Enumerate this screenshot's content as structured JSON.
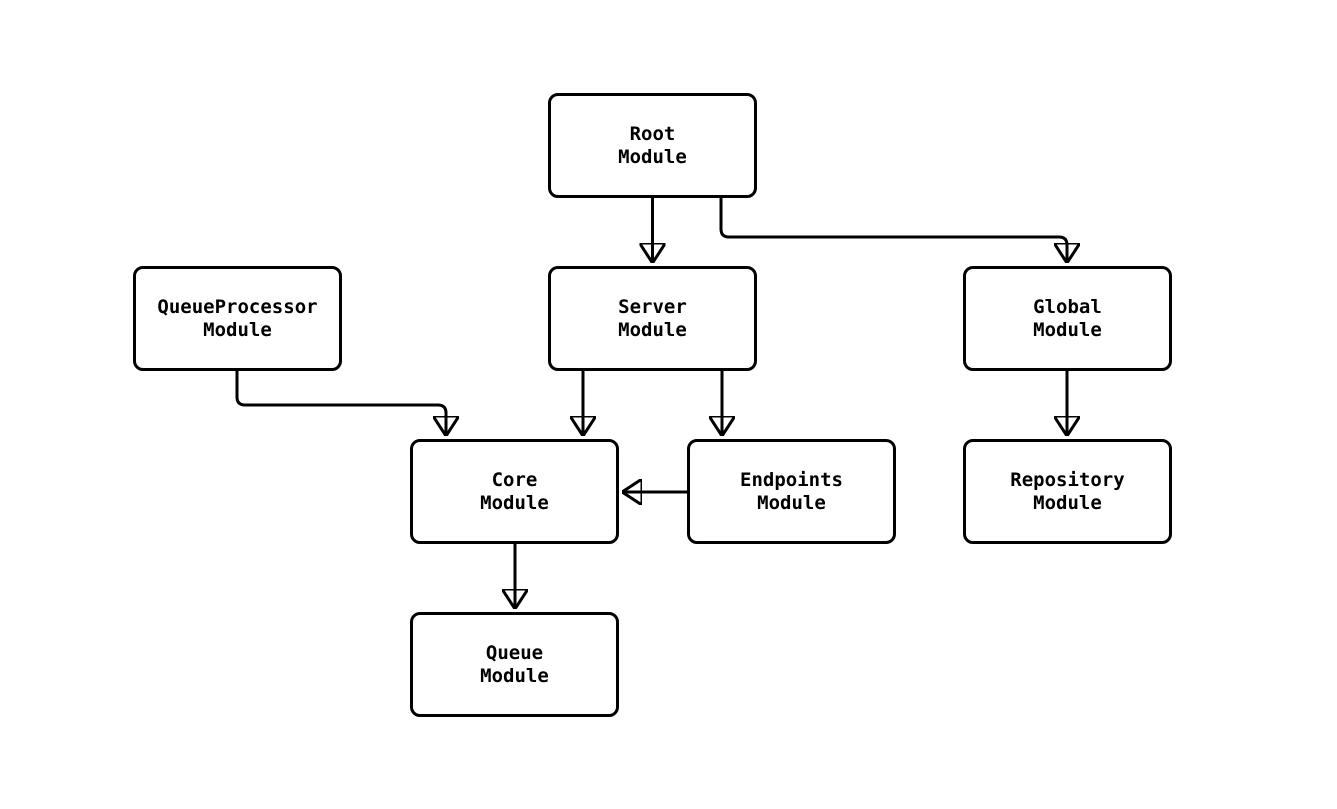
{
  "diagram": {
    "type": "module-dependency-flowchart",
    "background_color": "#ffffff",
    "node_fill": "#ffffff",
    "node_border_color": "#000000",
    "edge_color": "#000000",
    "text_color": "#000000",
    "nodes": [
      {
        "id": "root",
        "label": "Root\nModule"
      },
      {
        "id": "queueprocessor",
        "label": "QueueProcessor\nModule"
      },
      {
        "id": "server",
        "label": "Server\nModule"
      },
      {
        "id": "global",
        "label": "Global\nModule"
      },
      {
        "id": "core",
        "label": "Core\nModule"
      },
      {
        "id": "endpoints",
        "label": "Endpoints\nModule"
      },
      {
        "id": "repository",
        "label": "Repository\nModule"
      },
      {
        "id": "queue",
        "label": "Queue\nModule"
      }
    ],
    "edges": [
      {
        "from": "root",
        "to": "server"
      },
      {
        "from": "root",
        "to": "global"
      },
      {
        "from": "queueprocessor",
        "to": "core"
      },
      {
        "from": "server",
        "to": "core"
      },
      {
        "from": "server",
        "to": "endpoints"
      },
      {
        "from": "endpoints",
        "to": "core"
      },
      {
        "from": "global",
        "to": "repository"
      },
      {
        "from": "core",
        "to": "queue"
      }
    ]
  }
}
